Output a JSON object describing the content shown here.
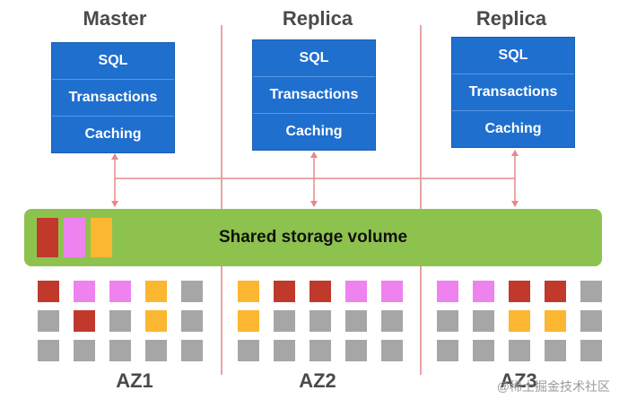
{
  "titles": [
    "Master",
    "Replica",
    "Replica"
  ],
  "node_rows": [
    "SQL",
    "Transactions",
    "Caching"
  ],
  "storage_label": "Shared storage volume",
  "az_labels": [
    "AZ1",
    "AZ2",
    "AZ3"
  ],
  "watermark": "@稀土掘金技术社区",
  "colors": {
    "node": "#1f6fcf",
    "storage": "#8ec24f",
    "red": "#c0392b",
    "pink": "#ee82ee",
    "orange": "#fbb731",
    "gray": "#a6a6a6",
    "line": "#e58a8a"
  },
  "storage_chips": [
    "red",
    "pink",
    "orange"
  ],
  "az_grids": [
    [
      [
        "red",
        "pink",
        "pink",
        "orange",
        "gray"
      ],
      [
        "gray",
        "red",
        "gray",
        "orange",
        "gray"
      ],
      [
        "gray",
        "gray",
        "gray",
        "gray",
        "gray"
      ]
    ],
    [
      [
        "orange",
        "red",
        "red",
        "pink",
        "pink"
      ],
      [
        "orange",
        "gray",
        "gray",
        "gray",
        "gray"
      ],
      [
        "gray",
        "gray",
        "gray",
        "gray",
        "gray"
      ]
    ],
    [
      [
        "pink",
        "pink",
        "red",
        "red",
        "gray"
      ],
      [
        "gray",
        "gray",
        "orange",
        "orange",
        "gray"
      ],
      [
        "gray",
        "gray",
        "gray",
        "gray",
        "gray"
      ]
    ]
  ]
}
